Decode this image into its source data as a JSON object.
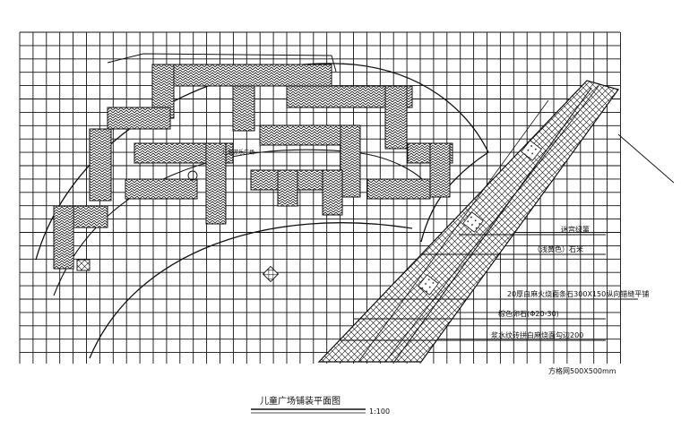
{
  "drawing": {
    "title": "儿童广场铺装平面图",
    "scale": "1:100",
    "grid_note": "方格网500X500mm",
    "center_note": "儿童游乐广场"
  },
  "callouts": [
    {
      "text": "迷宫绿篱"
    },
    {
      "text": "（浅黄色）石米"
    },
    {
      "text": "20厚白麻火烧面条石300X150纵向错缝平铺"
    },
    {
      "text": "棕色卵石(Φ20-30)"
    },
    {
      "text": "浆水纹砖拼白麻烧面勾边200"
    }
  ],
  "colors": {
    "line": "#111111",
    "background": "#ffffff"
  }
}
